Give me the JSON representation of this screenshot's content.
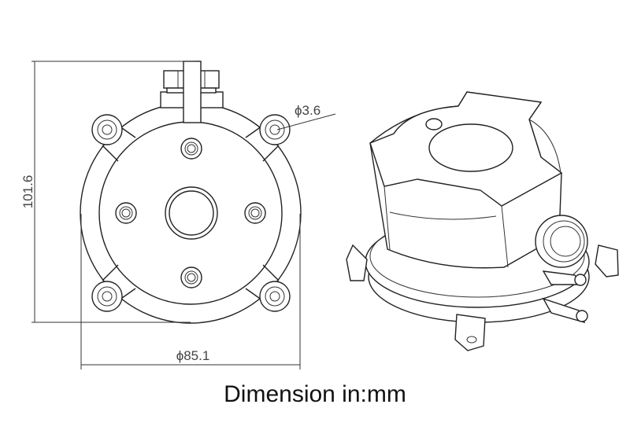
{
  "dimensions": {
    "height": "101.6",
    "diameter": "ϕ85.1",
    "hole_diameter": "ϕ3.6"
  },
  "caption": "Dimension in:mm"
}
